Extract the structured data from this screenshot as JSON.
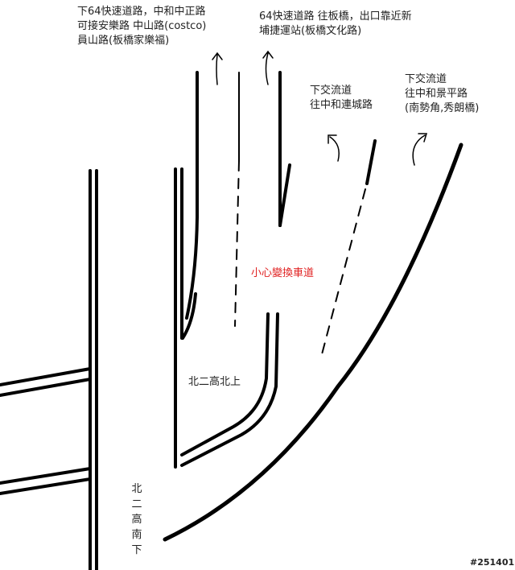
{
  "labels": {
    "top_left": [
      "下64快速道路，中和中正路",
      "可接安樂路 中山路(costco)",
      "員山路(板橋家樂福)"
    ],
    "top_mid": [
      "64快速道路 往板橋，出口靠近新",
      "埔捷運站(板橋文化路)"
    ],
    "exit1": [
      "下交流道",
      "往中和連城路"
    ],
    "exit2": [
      "下交流道",
      "往中和景平路",
      "(南勢角,秀朗橋)"
    ],
    "warning": "小心變換車道",
    "north": "北二高北上",
    "south": [
      "北",
      "二",
      "高",
      "南",
      "下"
    ],
    "watermark": "#251401"
  },
  "colors": {
    "warning": "#e02020",
    "road": "#000000"
  }
}
